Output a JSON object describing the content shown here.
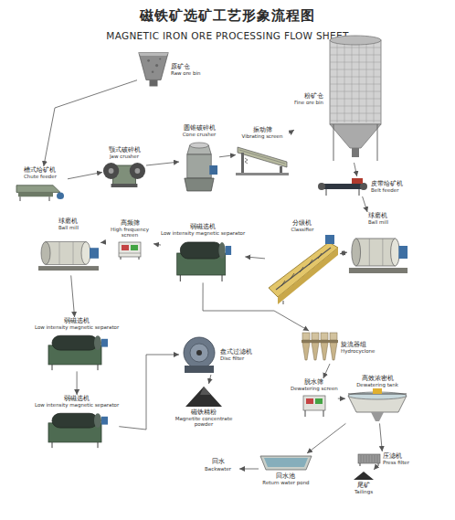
{
  "diagram": {
    "title": "磁铁矿选矿工艺形象流程图",
    "nodes": [
      {
        "text": [
          "原矿仓",
          "Raw ore bin"
        ]
      },
      {
        "text": [
          "槽式给矿机",
          "Chute feeder"
        ]
      },
      {
        "text": [
          "颚式破碎机",
          "Jaw crusher"
        ]
      },
      {
        "text": [
          "圆锥破碎机",
          "Cone crusher"
        ]
      },
      {
        "text": [
          "振动筛",
          "Vibrating screen"
        ]
      },
      {
        "text": [
          "粉矿仓",
          "Fine ore bin"
        ]
      },
      {
        "text": [
          "皮带给矿机",
          "Belt feeder"
        ]
      },
      {
        "text": [
          "球磨机",
          "Ball mill"
        ]
      },
      {
        "text": [
          "分级机",
          "Classifier"
        ]
      },
      {
        "text": [
          "球磨机",
          "Ball mill"
        ]
      },
      {
        "text": [
          "高频筛",
          "High frequency screen"
        ]
      },
      {
        "text": [
          "弱磁选机",
          "Low intensity magnetic separator"
        ]
      },
      {
        "text": [
          "弱磁选机",
          "Low intensity magnetic separator"
        ]
      },
      {
        "text": [
          "弱磁选机",
          "Low intensity magnetic separator"
        ]
      },
      {
        "text": [
          "盘式过滤机",
          "Disc filter"
        ]
      },
      {
        "text": [
          "磁铁精粉",
          "Magnetite concentrate powder"
        ]
      },
      {
        "text": [
          "旋流器组",
          "Hydrocyclone"
        ]
      },
      {
        "text": [
          "脱水筛",
          "Dewatering screen"
        ]
      },
      {
        "text": [
          "高效浓密机",
          "Dewatering tank"
        ]
      },
      {
        "text": [
          "压滤机",
          "Press filter"
        ]
      },
      {
        "text": [
          "尾矿",
          "Tailings"
        ]
      },
      {
        "text": [
          "回水池",
          "Return water pond"
        ]
      }
    ],
    "edges": [
      {
        "from": 0,
        "to": 1,
        "arrow": "to"
      },
      {
        "from": 1,
        "to": 2,
        "arrow": "to"
      },
      {
        "from": 2,
        "to": 3,
        "arrow": "to"
      },
      {
        "from": 3,
        "to": 4,
        "arrow": "to"
      },
      {
        "from": 4,
        "to": 5,
        "arrow": "to"
      },
      {
        "from": 5,
        "to": 6,
        "arrow": "to"
      },
      {
        "from": 6,
        "to": 7,
        "arrow": "to"
      },
      {
        "from": 7,
        "to": 8,
        "arrow": "both"
      },
      {
        "from": 8,
        "to": 11,
        "arrow": "to"
      },
      {
        "from": 11,
        "to": 10,
        "arrow": "to"
      },
      {
        "from": 10,
        "to": 9,
        "arrow": "to"
      },
      {
        "from": 9,
        "to": 12,
        "arrow": "to"
      },
      {
        "from": 12,
        "to": 13,
        "arrow": "to"
      },
      {
        "from": 13,
        "to": 14,
        "arrow": "to"
      },
      {
        "from": 14,
        "to": 15,
        "arrow": "to"
      },
      {
        "from": 11,
        "to": 16,
        "arrow": "to"
      },
      {
        "from": 16,
        "to": 17,
        "arrow": "to"
      },
      {
        "from": 17,
        "to": 18,
        "arrow": "to"
      },
      {
        "from": 18,
        "to": 19,
        "arrow": "to"
      },
      {
        "from": 19,
        "to": 20,
        "arrow": "to"
      },
      {
        "from": 18,
        "to": 21,
        "arrow": "to"
      }
    ],
    "labels": [
      "MAGNETIC IRON ORE PROCESSING FLOW SHEET",
      "回水",
      "Backwater"
    ]
  }
}
